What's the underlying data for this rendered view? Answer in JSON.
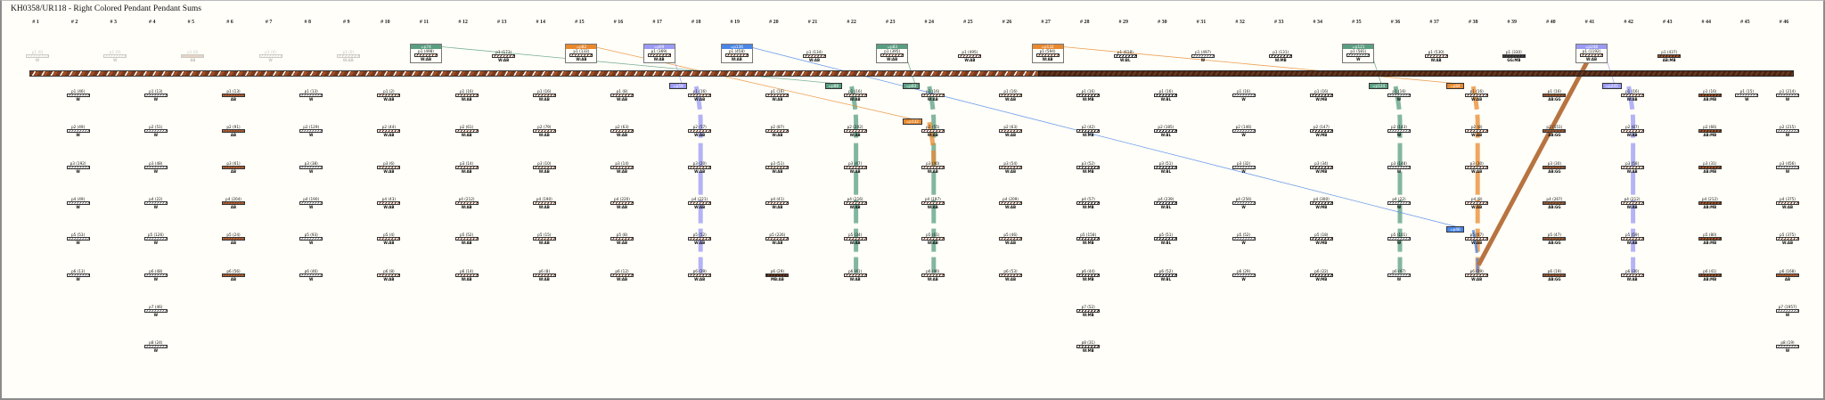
{
  "title": "KH0358/UR118 - Right Colored Pendant Pendant Sums",
  "column_count": 46,
  "column_prefix": "# ",
  "colors": {
    "green": "#5a9e82",
    "orange": "#e8892e",
    "purple": "#9a9af5",
    "blue": "#4a86e8",
    "brown": "#b87440"
  },
  "color_swatches": {
    "W": "repeating-linear-gradient(120deg,#fff 0 2px,#555 2px 2.6px)",
    "AB": "repeating-linear-gradient(120deg,#b5643a 0 2px,#7a3a1c 2px 2.6px)",
    "W:AB": "repeating-linear-gradient(120deg,#fff 0 2px,#7a3a1c 2px 3px)",
    "W:MB": "repeating-linear-gradient(120deg,#fff 0 2px,#3a2010 2px 3px)",
    "W:BL": "repeating-linear-gradient(120deg,#fff 0 2px,#222 2px 3px)",
    "MB:AB": "repeating-linear-gradient(120deg,#3a2010 0 2px,#8a4424 2px 3px)",
    "AB:GG": "repeating-linear-gradient(120deg,#a8582f 0 2px,#5a4a3a 2px 3px)",
    "AB:MB": "repeating-linear-gradient(120deg,#a8582f 0 2px,#3a2010 2px 3px)",
    "GG:MB": "repeating-linear-gradient(120deg,#444 0 2px,#222 2px 3px)"
  },
  "top_pendants": [
    {
      "col": 1,
      "label": "p1 (0)",
      "color": "W",
      "faded": true
    },
    {
      "col": 3,
      "label": "p1 (0)",
      "color": "W",
      "faded": true
    },
    {
      "col": 5,
      "label": "p1 (0)",
      "color": "AB",
      "faded": true
    },
    {
      "col": 7,
      "label": "p1 (0)",
      "color": "W",
      "faded": true
    },
    {
      "col": 9,
      "label": "p1 (0)",
      "color": "W:AB",
      "faded": true
    },
    {
      "col": 11,
      "label": "p1 (498)",
      "color": "W:AB",
      "tag": "=p74",
      "tag_color": "green"
    },
    {
      "col": 13,
      "label": "p1 (173)",
      "color": "W:AB"
    },
    {
      "col": 15,
      "label": "p1 (133)",
      "color": "W:AB",
      "tag": "=p82",
      "tag_color": "orange"
    },
    {
      "col": 17,
      "label": "p1 (369)",
      "color": "W:AB",
      "tag": "=p69",
      "tag_color": "purple"
    },
    {
      "col": 19,
      "label": "p1 (458)",
      "color": "W:AB",
      "tag": "=p136",
      "tag_color": "blue"
    },
    {
      "col": 21,
      "label": "p1 (134)",
      "color": "W:AB"
    },
    {
      "col": 23,
      "label": "p1 (395)",
      "color": "W:AB",
      "tag": "=p83",
      "tag_color": "green"
    },
    {
      "col": 25,
      "label": "p1 (495)",
      "color": "W:AB"
    },
    {
      "col": 27,
      "label": "p1 (594)",
      "color": "W:AB",
      "tag": "=p132",
      "tag_color": "orange"
    },
    {
      "col": 29,
      "label": "p1 (618)",
      "color": "W:BL"
    },
    {
      "col": 31,
      "label": "p1 (497)",
      "color": "W"
    },
    {
      "col": 33,
      "label": "p1 (131)",
      "color": "W:MB"
    },
    {
      "col": 35,
      "label": "p1 (581)",
      "color": "W",
      "tag": "=p121",
      "tag_color": "green"
    },
    {
      "col": 37,
      "label": "p1 (530)",
      "color": "W:AB"
    },
    {
      "col": 39,
      "label": "p1 (330)",
      "color": "GG:MB"
    },
    {
      "col": 41,
      "label": "p1 (1192)",
      "color": "W:AB",
      "tag": "=p248",
      "tag_color": "purple"
    },
    {
      "col": 43,
      "label": "p1 (437)",
      "color": "AB:MB"
    }
  ],
  "lower_columns": [
    {
      "col": 2,
      "color": "W",
      "values": [
        46,
        49,
        192,
        49,
        53,
        13
      ]
    },
    {
      "col": 4,
      "color": "W",
      "values": [
        13,
        51,
        48,
        22,
        126,
        48,
        46,
        24
      ]
    },
    {
      "col": 6,
      "color": "AB",
      "values": [
        13,
        91,
        61,
        204,
        24,
        56
      ]
    },
    {
      "col": 8,
      "color": "W",
      "values": [
        13,
        129,
        38,
        190,
        93,
        46
      ]
    },
    {
      "col": 10,
      "color": "W:AB",
      "values": [
        2,
        44,
        6,
        43,
        4,
        8
      ]
    },
    {
      "col": 12,
      "color": "W:AB",
      "values": [
        16,
        61,
        14,
        212,
        52,
        14
      ]
    },
    {
      "col": 14,
      "color": "W:AB",
      "values": [
        16,
        79,
        10,
        190,
        15,
        8
      ]
    },
    {
      "col": 16,
      "color": "W:AB",
      "values": [
        8,
        63,
        14,
        220,
        8,
        12
      ]
    },
    {
      "col": 18,
      "color": "W:AB",
      "values": [
        16,
        57,
        20,
        221,
        52,
        29
      ]
    },
    {
      "col": 20,
      "color": "W:AB",
      "values": [
        16,
        87,
        51,
        41,
        226,
        29
      ],
      "last_color": "MB:AB"
    },
    {
      "col": 22,
      "color": "W:AB",
      "values": [
        16,
        202,
        47,
        216,
        34,
        41
      ]
    },
    {
      "col": 24,
      "color": "W:AB",
      "values": [
        16,
        55,
        40,
        197,
        61,
        46
      ]
    },
    {
      "col": 26,
      "color": "W:AB",
      "values": [
        16,
        63,
        54,
        209,
        46,
        53
      ]
    },
    {
      "col": 28,
      "color": "W:MB",
      "values": [
        16,
        42,
        52,
        57,
        158,
        44,
        52,
        31
      ]
    },
    {
      "col": 30,
      "color": "W:BL",
      "values": [
        16,
        185,
        51,
        239,
        51,
        52
      ]
    },
    {
      "col": 32,
      "color": "W",
      "values": [
        16,
        146,
        32,
        256,
        52,
        29
      ]
    },
    {
      "col": 34,
      "color": "W:MB",
      "values": [
        16,
        147,
        34,
        300,
        18,
        22
      ]
    },
    {
      "col": 36,
      "color": "W",
      "values": [
        16,
        143,
        148,
        22,
        101,
        47
      ]
    },
    {
      "col": 38,
      "color": "W:AB",
      "values": [
        16,
        8,
        30,
        8,
        67,
        19
      ]
    },
    {
      "col": 40,
      "color": "AB:GG",
      "values": [
        16,
        151,
        30,
        267,
        47,
        19
      ]
    },
    {
      "col": 42,
      "color": "W:AB",
      "values": [
        16,
        87,
        58,
        212,
        59,
        30
      ]
    },
    {
      "col": 44,
      "color": "AB:MB",
      "values": [
        16,
        66,
        31,
        212,
        80,
        41
      ]
    },
    {
      "col": 45,
      "color": "W",
      "values": [
        15
      ]
    },
    {
      "col": 46,
      "color": "W",
      "values": [
        214,
        215,
        456,
        375,
        375,
        168,
        1957,
        19
      ],
      "colors": [
        "W",
        "W",
        "W",
        "W:AB",
        "W:AB",
        "AB",
        "W",
        "W"
      ]
    }
  ],
  "sum_tags": [
    {
      "col": 18,
      "row": 1,
      "text": "=p59",
      "color": "purple"
    },
    {
      "col": 22,
      "row": 1,
      "text": "=p88",
      "color": "green"
    },
    {
      "col": 24,
      "row": 1,
      "text": "=p83",
      "color": "green"
    },
    {
      "col": 24,
      "row": 2,
      "text": "=p132",
      "color": "orange"
    },
    {
      "col": 36,
      "row": 1,
      "text": "=p124",
      "color": "green"
    },
    {
      "col": 38,
      "row": 1,
      "text": "=p84",
      "color": "orange"
    },
    {
      "col": 38,
      "row": 5,
      "text": "=p46",
      "color": "blue"
    },
    {
      "col": 42,
      "row": 1,
      "text": "=p245",
      "color": "purple"
    }
  ],
  "sum_bands": [
    {
      "col": 18,
      "color": "purple",
      "from_row": 1,
      "to_row": 6
    },
    {
      "col": 22,
      "color": "green",
      "from_row": 1,
      "to_row": 6
    },
    {
      "col": 24,
      "color": "green",
      "from_row": 1,
      "to_row": 6
    },
    {
      "col": 24,
      "color": "orange",
      "from_row": 2,
      "to_row": 3
    },
    {
      "col": 36,
      "color": "green",
      "from_row": 1,
      "to_row": 6
    },
    {
      "col": 38,
      "color": "orange",
      "from_row": 1,
      "to_row": 6
    },
    {
      "col": 38,
      "color": "blue",
      "from_row": 5,
      "to_row": 6
    },
    {
      "col": 42,
      "color": "purple",
      "from_row": 1,
      "to_row": 6
    }
  ],
  "links": [
    {
      "from_col": 11,
      "to_col": 22,
      "to_row": 1,
      "color": "green"
    },
    {
      "from_col": 15,
      "to_col": 24,
      "to_row": 2,
      "color": "orange"
    },
    {
      "from_col": 17,
      "to_col": 18,
      "to_row": 1,
      "color": "purple"
    },
    {
      "from_col": 19,
      "to_col": 38,
      "to_row": 5,
      "color": "blue"
    },
    {
      "from_col": 23,
      "to_col": 24,
      "to_row": 1,
      "color": "green"
    },
    {
      "from_col": 27,
      "to_col": 38,
      "to_row": 1,
      "color": "orange"
    },
    {
      "from_col": 35,
      "to_col": 36,
      "to_row": 1,
      "color": "green"
    },
    {
      "from_col": 41,
      "to_col": 42,
      "to_row": 1,
      "color": "purple"
    }
  ],
  "top_sum_link": {
    "from_col": 41,
    "to_col": 38,
    "to_row": 6,
    "color": "brown"
  }
}
